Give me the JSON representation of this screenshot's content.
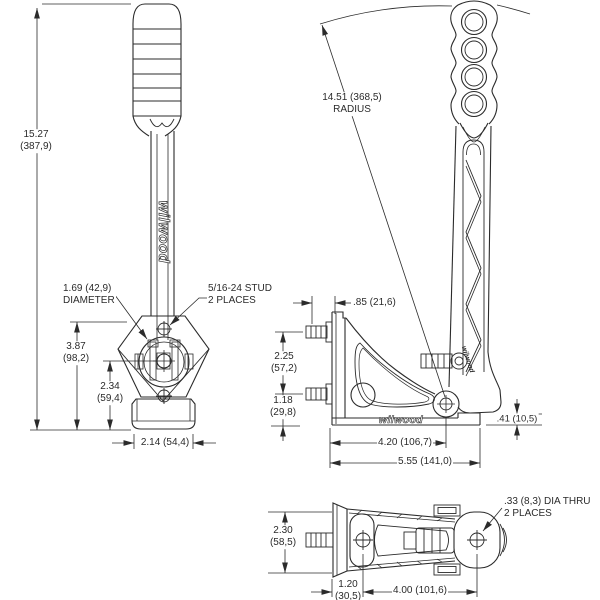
{
  "drawing": {
    "brand": "wilwood",
    "line_color": "#2b2b2b",
    "background": "#ffffff",
    "views": {
      "front": {
        "overall_height": "15.27\n(387,9)",
        "mount_height": "3.87\n(98,2)",
        "pivot_height": "2.34\n(59,4)",
        "base_width": "2.14 (54,4)",
        "boss_diameter": "1.69 (42,9)\nDIAMETER",
        "stud_note": "5/16-24 STUD\n2 PLACES"
      },
      "side": {
        "handle_radius": "14.51 (368,5)\nRADIUS",
        "plate_offset": ".85 (21,6)",
        "stud_spacing": "2.25\n(57,2)",
        "stud_to_base": "1.18\n(29,8)",
        "flange_height": ".41 (10,5)",
        "pivot_distance": "4.20 (106,7)",
        "overall_length": "5.55 (141,0)"
      },
      "top": {
        "overall_width": "2.30\n(58,5)",
        "hole_offset": "1.20\n(30,5)",
        "hole_spacing": "4.00 (101,6)",
        "hole_note": ".33 (8,3) DIA THRU\n2 PLACES"
      }
    }
  }
}
